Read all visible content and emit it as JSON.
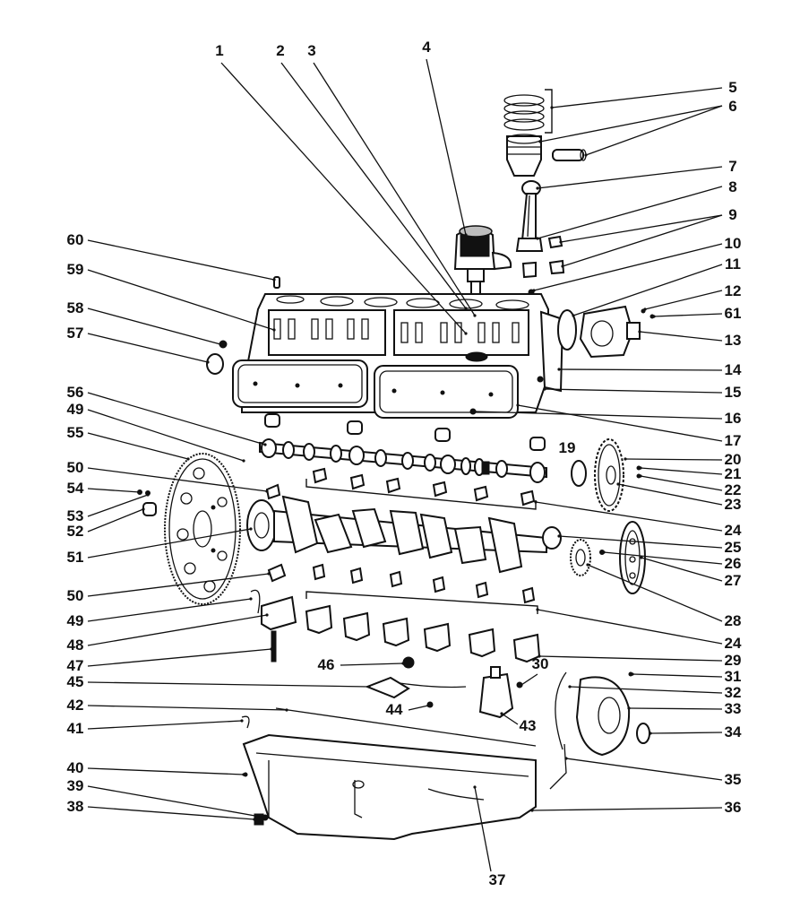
{
  "diagram": {
    "parts": [
      {
        "id": "p1",
        "label": "1"
      },
      {
        "id": "p2",
        "label": "2"
      },
      {
        "id": "p3",
        "label": "3"
      },
      {
        "id": "p4",
        "label": "4"
      },
      {
        "id": "p5",
        "label": "5"
      },
      {
        "id": "p6",
        "label": "6"
      },
      {
        "id": "p7",
        "label": "7"
      },
      {
        "id": "p8",
        "label": "8"
      },
      {
        "id": "p9",
        "label": "9"
      },
      {
        "id": "p10",
        "label": "10"
      },
      {
        "id": "p11",
        "label": "11"
      },
      {
        "id": "p12",
        "label": "12"
      },
      {
        "id": "p61",
        "label": "61"
      },
      {
        "id": "p13",
        "label": "13"
      },
      {
        "id": "p14",
        "label": "14"
      },
      {
        "id": "p15",
        "label": "15"
      },
      {
        "id": "p16",
        "label": "16"
      },
      {
        "id": "p17",
        "label": "17"
      },
      {
        "id": "p19",
        "label": "19"
      },
      {
        "id": "p20",
        "label": "20"
      },
      {
        "id": "p21",
        "label": "21"
      },
      {
        "id": "p22",
        "label": "22"
      },
      {
        "id": "p23",
        "label": "23"
      },
      {
        "id": "p24a",
        "label": "24"
      },
      {
        "id": "p25",
        "label": "25"
      },
      {
        "id": "p26",
        "label": "26"
      },
      {
        "id": "p27",
        "label": "27"
      },
      {
        "id": "p28",
        "label": "28"
      },
      {
        "id": "p24b",
        "label": "24"
      },
      {
        "id": "p29",
        "label": "29"
      },
      {
        "id": "p30",
        "label": "30"
      },
      {
        "id": "p31",
        "label": "31"
      },
      {
        "id": "p32",
        "label": "32"
      },
      {
        "id": "p33",
        "label": "33"
      },
      {
        "id": "p34",
        "label": "34"
      },
      {
        "id": "p35",
        "label": "35"
      },
      {
        "id": "p36",
        "label": "36"
      },
      {
        "id": "p37",
        "label": "37"
      },
      {
        "id": "p38",
        "label": "38"
      },
      {
        "id": "p39",
        "label": "39"
      },
      {
        "id": "p40",
        "label": "40"
      },
      {
        "id": "p41",
        "label": "41"
      },
      {
        "id": "p42",
        "label": "42"
      },
      {
        "id": "p43",
        "label": "43"
      },
      {
        "id": "p44",
        "label": "44"
      },
      {
        "id": "p45",
        "label": "45"
      },
      {
        "id": "p46",
        "label": "46"
      },
      {
        "id": "p47",
        "label": "47"
      },
      {
        "id": "p48",
        "label": "48"
      },
      {
        "id": "p49a",
        "label": "49"
      },
      {
        "id": "p50a",
        "label": "50"
      },
      {
        "id": "p51",
        "label": "51"
      },
      {
        "id": "p52",
        "label": "52"
      },
      {
        "id": "p53",
        "label": "53"
      },
      {
        "id": "p54",
        "label": "54"
      },
      {
        "id": "p50b",
        "label": "50"
      },
      {
        "id": "p55",
        "label": "55"
      },
      {
        "id": "p49b",
        "label": "49"
      },
      {
        "id": "p56",
        "label": "56"
      },
      {
        "id": "p57",
        "label": "57"
      },
      {
        "id": "p58",
        "label": "58"
      },
      {
        "id": "p59",
        "label": "59"
      },
      {
        "id": "p60",
        "label": "60"
      }
    ]
  }
}
